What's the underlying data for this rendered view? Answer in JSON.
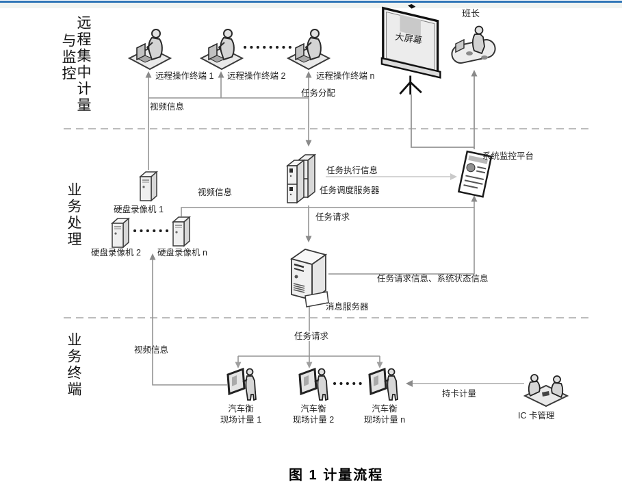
{
  "page": {
    "caption": "图 1 计量流程"
  },
  "sections": {
    "remote_line1": "远程集中计量",
    "remote_line2": "与监控",
    "processing": "业务处理",
    "terminal": "业务终端"
  },
  "nodes": {
    "terminal1": "远程操作终端 1",
    "terminal2": "远程操作终端 2",
    "terminalN": "远程操作终端 n",
    "bigscreen": "大屏幕",
    "foreman": "班长",
    "dvr1": "硬盘录像机 1",
    "dvr2": "硬盘录像机 2",
    "dvrN": "硬盘录像机 n",
    "scheduler": "任务调度服务器",
    "platform": "系统监控平台",
    "msgserver": "消息服务器",
    "scale1_line1": "汽车衡",
    "scale1_line2": "现场计量 1",
    "scale2_line1": "汽车衡",
    "scale2_line2": "现场计量 2",
    "scaleN_line1": "汽车衡",
    "scaleN_line2": "现场计量 n",
    "iccard": "IC 卡管理"
  },
  "edges": {
    "video_top": "视频信息",
    "video_mid": "视频信息",
    "video_bottom": "视频信息",
    "task_assign": "任务分配",
    "task_exec": "任务执行信息",
    "task_req_upper": "任务请求",
    "task_req_lower": "任务请求",
    "task_req_info": "任务请求信息、系统状态信息",
    "card_metering": "持卡计量"
  },
  "colors": {
    "accent": "#2e75b6",
    "line": "#949494",
    "line_light": "#cfcfcf",
    "dots": "#1c1c1c",
    "text": "#242424"
  }
}
